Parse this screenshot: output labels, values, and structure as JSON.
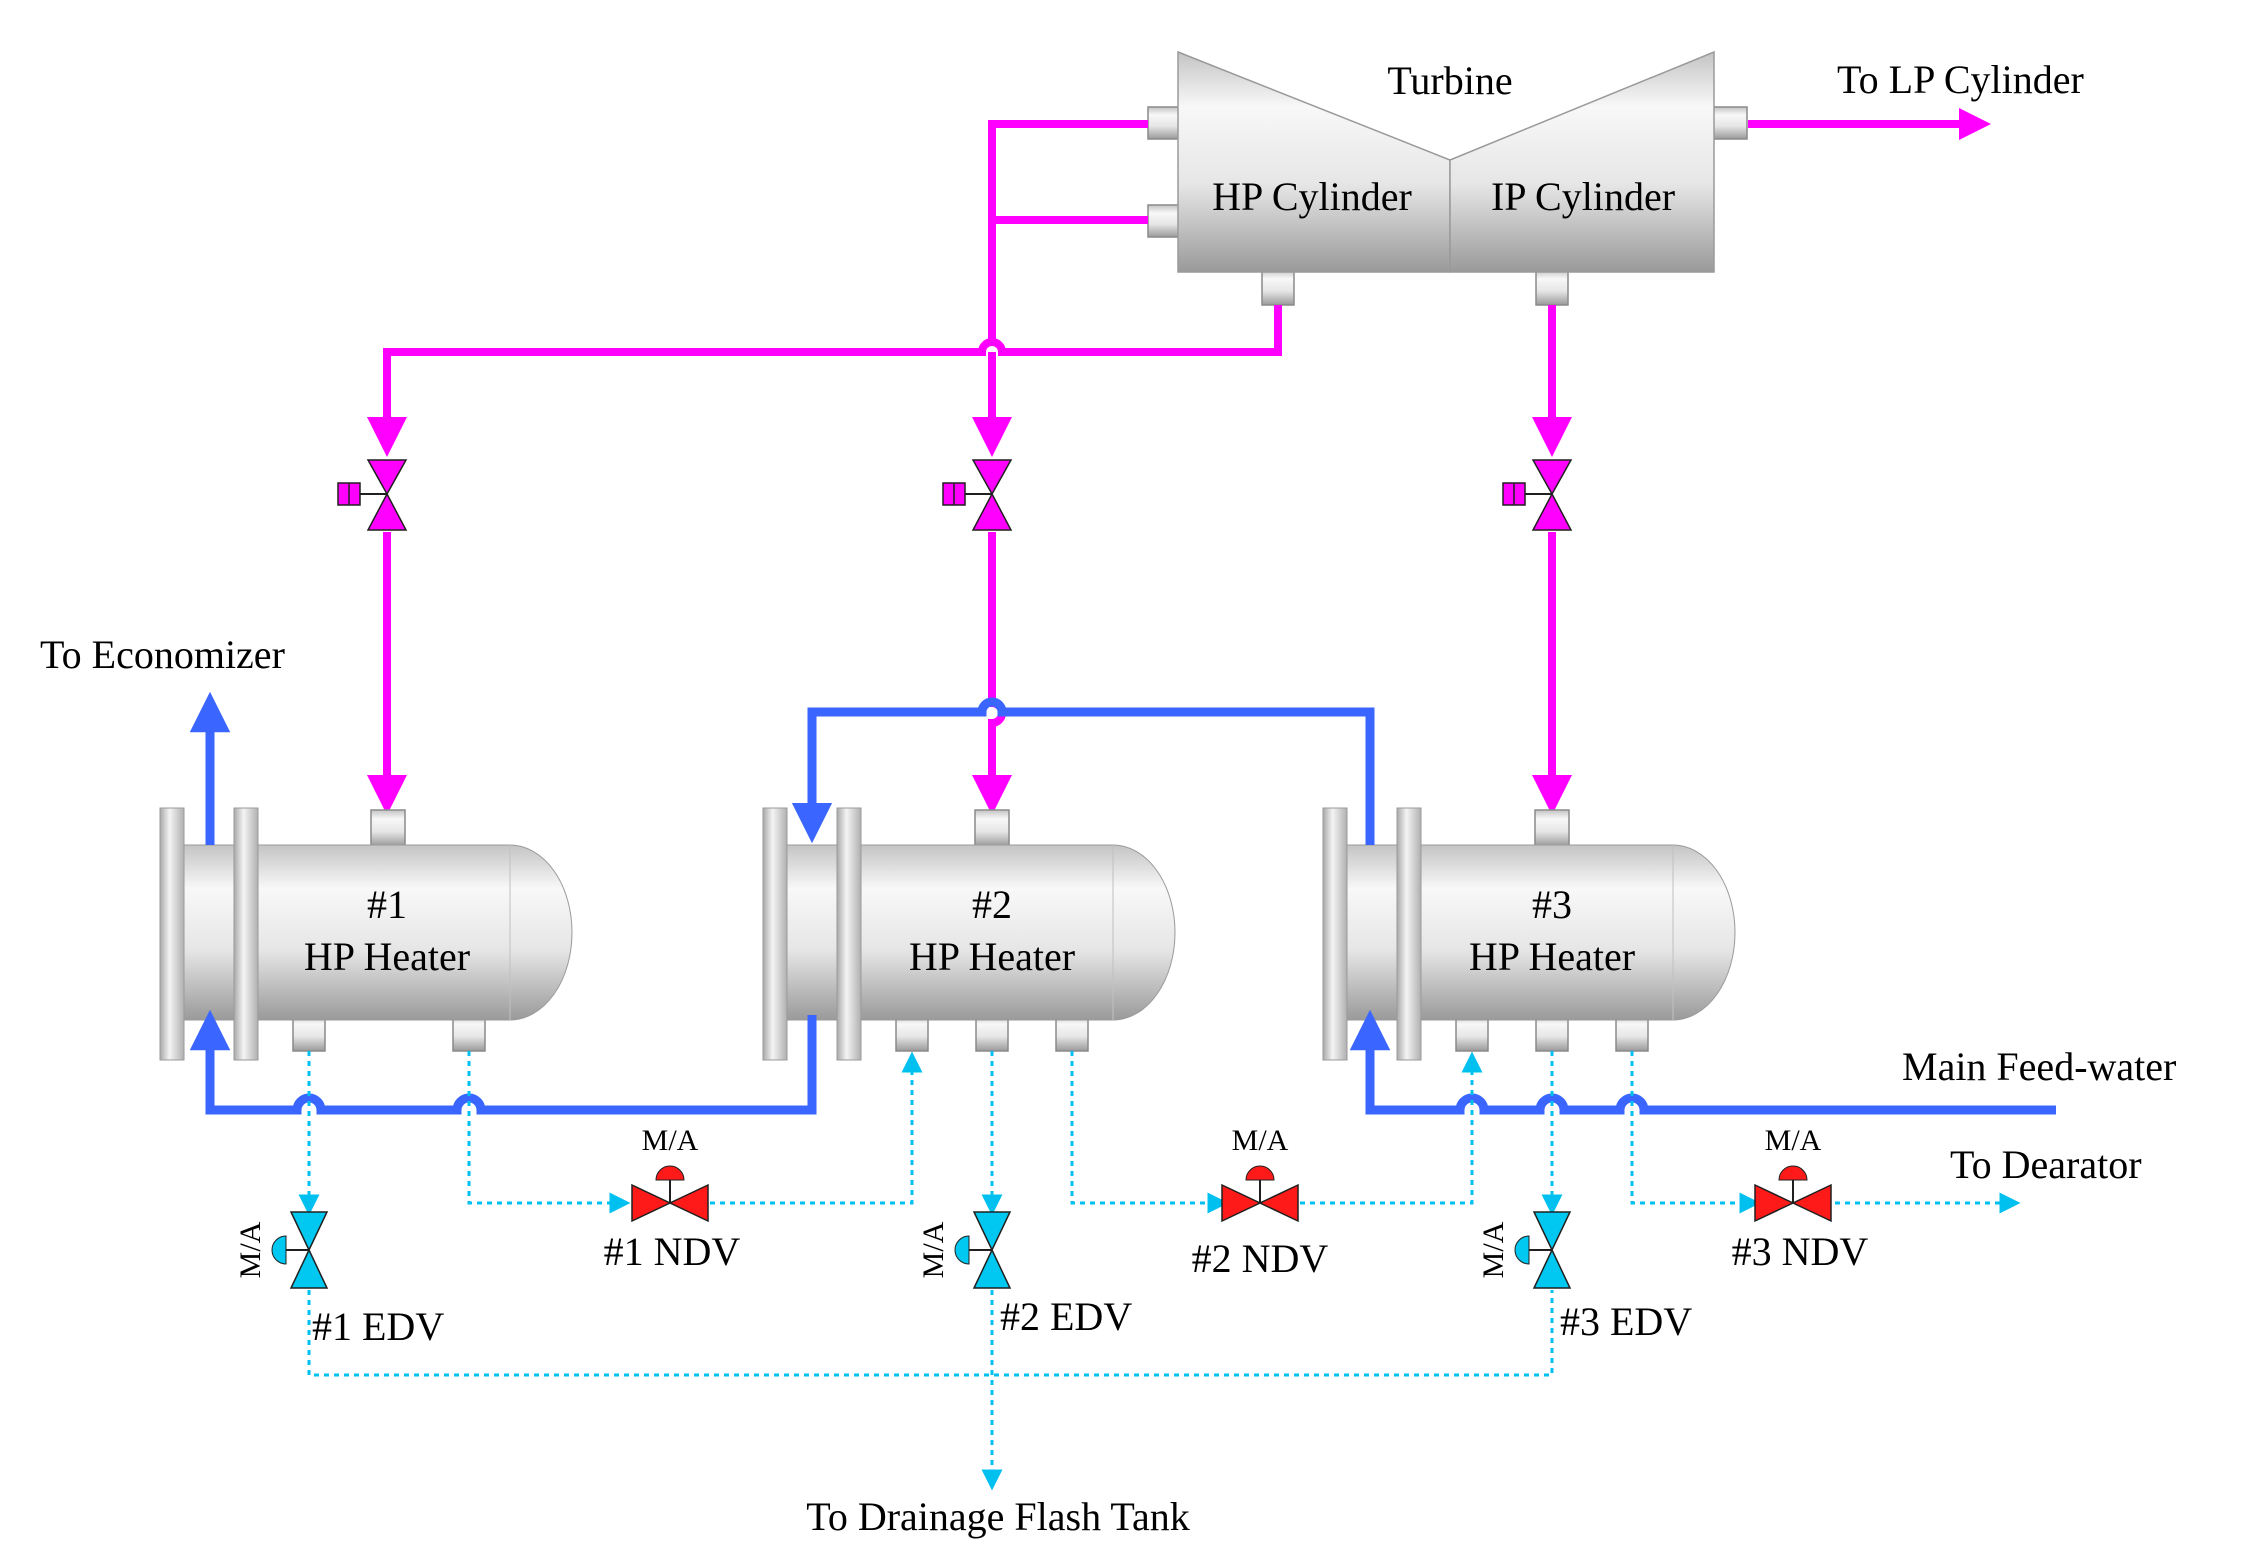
{
  "colors": {
    "steam": "#ff00ff",
    "feedwater": "#3a66ff",
    "drain": "#00c0f0",
    "normal_drain_valve": "#ff0000",
    "emergency_drain_valve": "#00c8f0"
  },
  "turbine": {
    "title": "Turbine",
    "hp_label": "HP Cylinder",
    "ip_label": "IP Cylinder"
  },
  "outlets": {
    "lp_cylinder": "To LP Cylinder",
    "economizer": "To Economizer",
    "main_feedwater": "Main Feed-water",
    "dearator": "To Dearator",
    "flash_tank": "To Drainage Flash Tank"
  },
  "heaters": [
    {
      "number": "#1",
      "label": "HP Heater"
    },
    {
      "number": "#2",
      "label": "HP Heater"
    },
    {
      "number": "#3",
      "label": "HP Heater"
    }
  ],
  "ndv": [
    {
      "mode": "M/A",
      "label": "#1 NDV"
    },
    {
      "mode": "M/A",
      "label": "#2 NDV"
    },
    {
      "mode": "M/A",
      "label": "#3 NDV"
    }
  ],
  "edv": [
    {
      "mode": "M/A",
      "label": "#1 EDV"
    },
    {
      "mode": "M/A",
      "label": "#2 EDV"
    },
    {
      "mode": "M/A",
      "label": "#3 EDV"
    }
  ],
  "icons": {
    "extraction_valve": "motor-valve-icon",
    "normal_drain_valve": "pneumatic-valve-icon",
    "emergency_drain_valve": "pneumatic-valve-icon"
  }
}
